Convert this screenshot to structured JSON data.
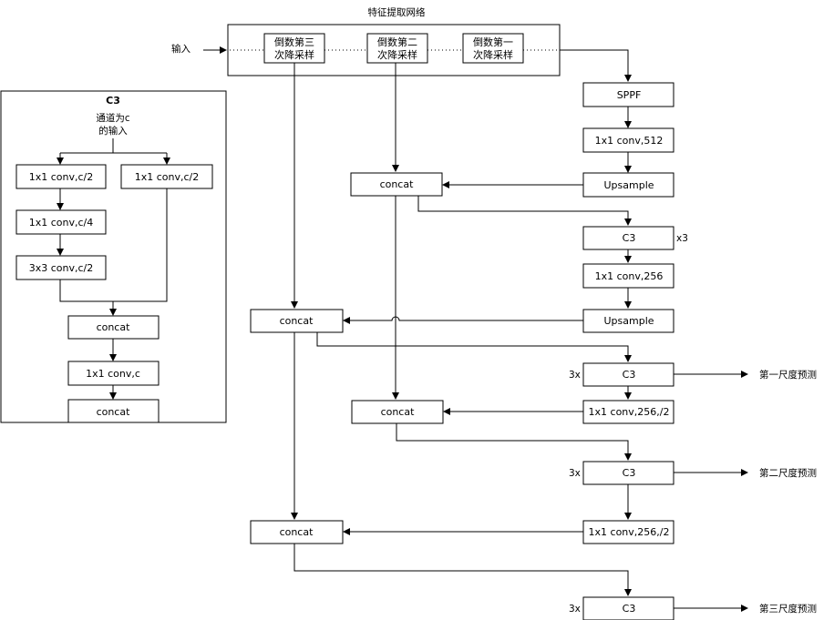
{
  "backbone": {
    "title": "特征提取网络",
    "input_label": "输入",
    "stages": [
      {
        "l1": "倒数第三",
        "l2": "次降采样"
      },
      {
        "l1": "倒数第二",
        "l2": "次降采样"
      },
      {
        "l1": "倒数第一",
        "l2": "次降采样"
      }
    ]
  },
  "c3_module": {
    "title": "C3",
    "input_l1": "通道为c",
    "input_l2": "的输入",
    "conv_a": "1x1 conv,c/2",
    "conv_b": "1x1 conv,c/2",
    "conv_c": "1x1 conv,c/4",
    "conv_d": "3x3 conv,c/2",
    "concat": "concat",
    "conv_e": "1x1 conv,c",
    "concat_out": "concat"
  },
  "neck": {
    "sppf": "SPPF",
    "conv512": "1x1 conv,512",
    "upsample1": "Upsample",
    "concat1": "concat",
    "c3_1": "C3",
    "c3_1_mult": "x3",
    "conv256": "1x1 conv,256",
    "upsample2": "Upsample",
    "concat2": "concat",
    "c3_2": "C3",
    "c3_2_mult": "3x",
    "conv256_s2_1": "1x1 conv,256,/2",
    "concat3": "concat",
    "c3_3": "C3",
    "c3_3_mult": "3x",
    "conv256_s2_2": "1x1 conv,256,/2",
    "concat4": "concat",
    "c3_4": "C3",
    "c3_4_mult": "3x"
  },
  "outputs": {
    "scale1": "第一尺度预测",
    "scale2": "第二尺度预测",
    "scale3": "第三尺度预测"
  }
}
